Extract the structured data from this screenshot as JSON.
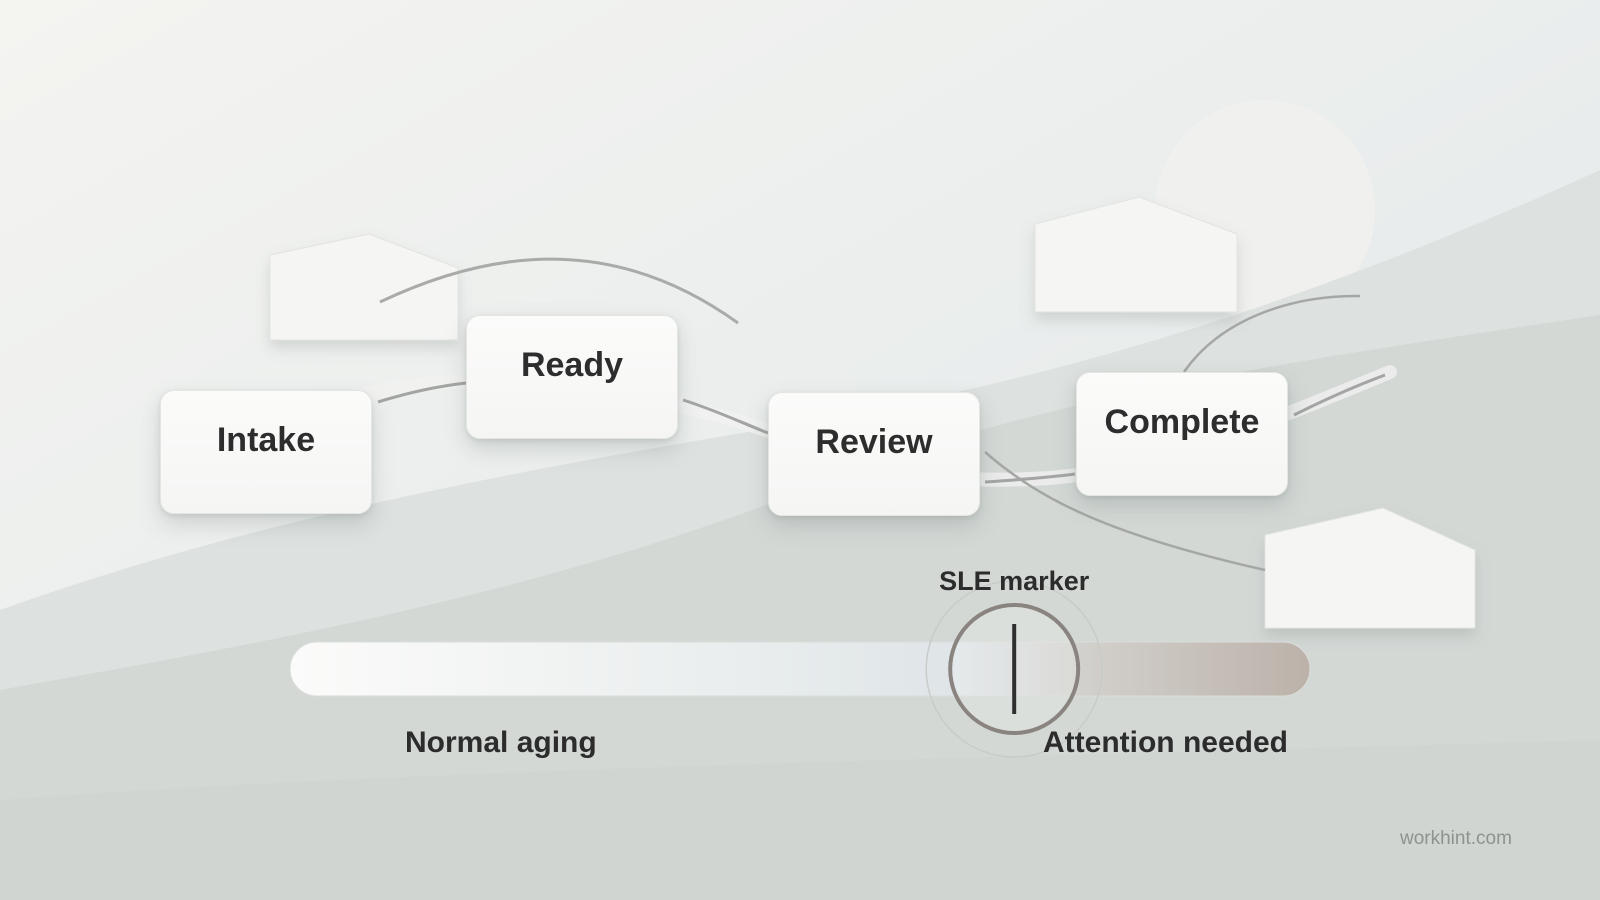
{
  "stages": [
    {
      "id": "intake",
      "label": "Intake"
    },
    {
      "id": "ready",
      "label": "Ready"
    },
    {
      "id": "review",
      "label": "Review"
    },
    {
      "id": "complete",
      "label": "Complete"
    }
  ],
  "scale": {
    "marker_label": "SLE marker",
    "left_label": "Normal aging",
    "right_label": "Attention needed",
    "marker_position_fraction": 0.71
  },
  "footer": {
    "text": "workhint.com"
  },
  "colors": {
    "background_light": "#f3f3f0",
    "background_mid": "#dfe3e1",
    "background_dark": "#cfd4d0",
    "card": "#f7f8f6",
    "text": "#2c2c2c",
    "bar_start": "#fbfbfa",
    "bar_mid": "#dfe5e7",
    "bar_end": "#beb4ac",
    "marker_ring": "#8a8480"
  }
}
